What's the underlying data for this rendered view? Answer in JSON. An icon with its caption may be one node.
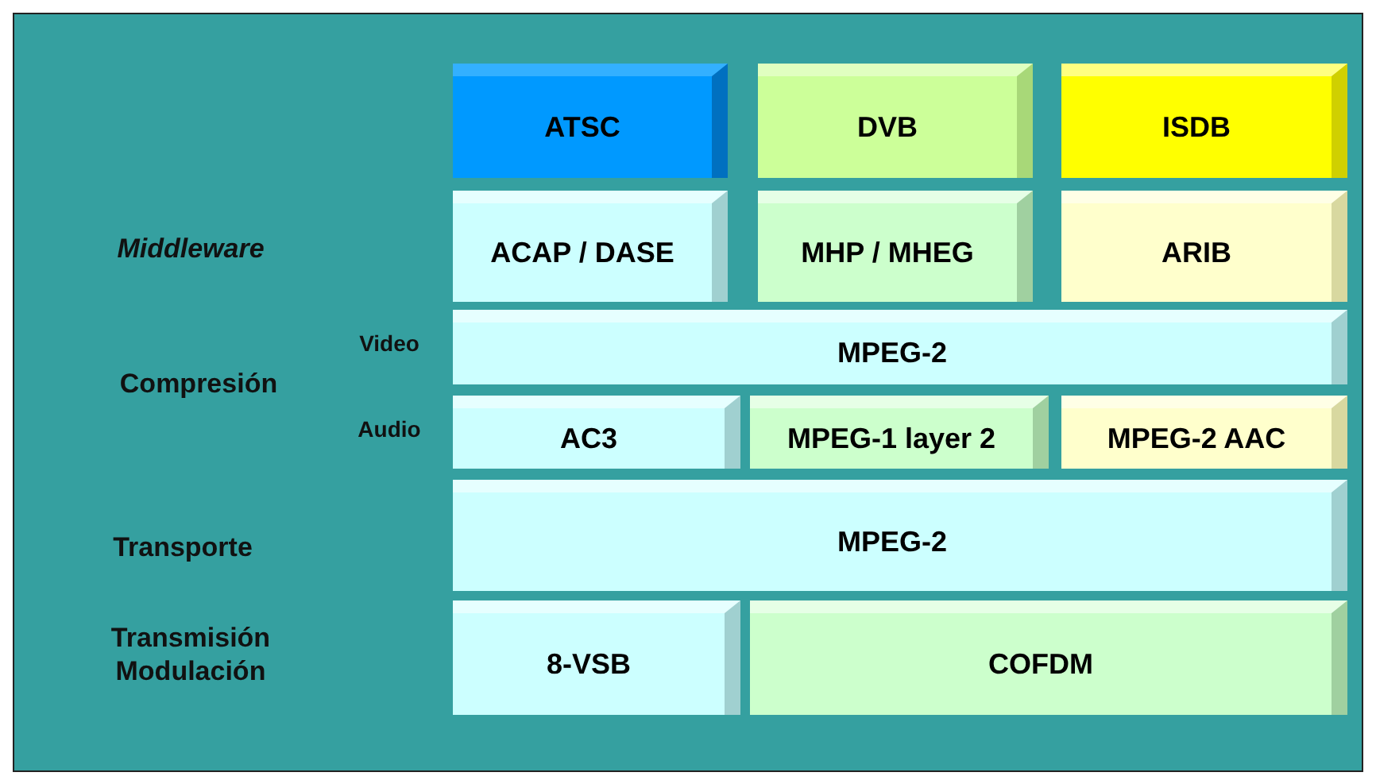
{
  "diagram": {
    "nodes": [
      {
        "text": [
          "ATSC"
        ]
      },
      {
        "text": [
          "DVB"
        ]
      },
      {
        "text": [
          "ISDB"
        ]
      },
      {
        "text": [
          "ACAP / DASE"
        ]
      },
      {
        "text": [
          "MHP / MHEG"
        ]
      },
      {
        "text": [
          "ARIB"
        ]
      },
      {
        "text": [
          "MPEG-2"
        ]
      },
      {
        "text": [
          "AC3"
        ]
      },
      {
        "text": [
          "MPEG-1 layer 2"
        ]
      },
      {
        "text": [
          "MPEG-2 AAC"
        ]
      },
      {
        "text": [
          "MPEG-2"
        ]
      },
      {
        "text": [
          "8-VSB"
        ]
      },
      {
        "text": [
          "COFDM"
        ]
      }
    ],
    "labels": [
      "Middleware",
      "Video",
      "Compresión",
      "Audio",
      "Transporte",
      "Transmisión Modulación"
    ]
  }
}
